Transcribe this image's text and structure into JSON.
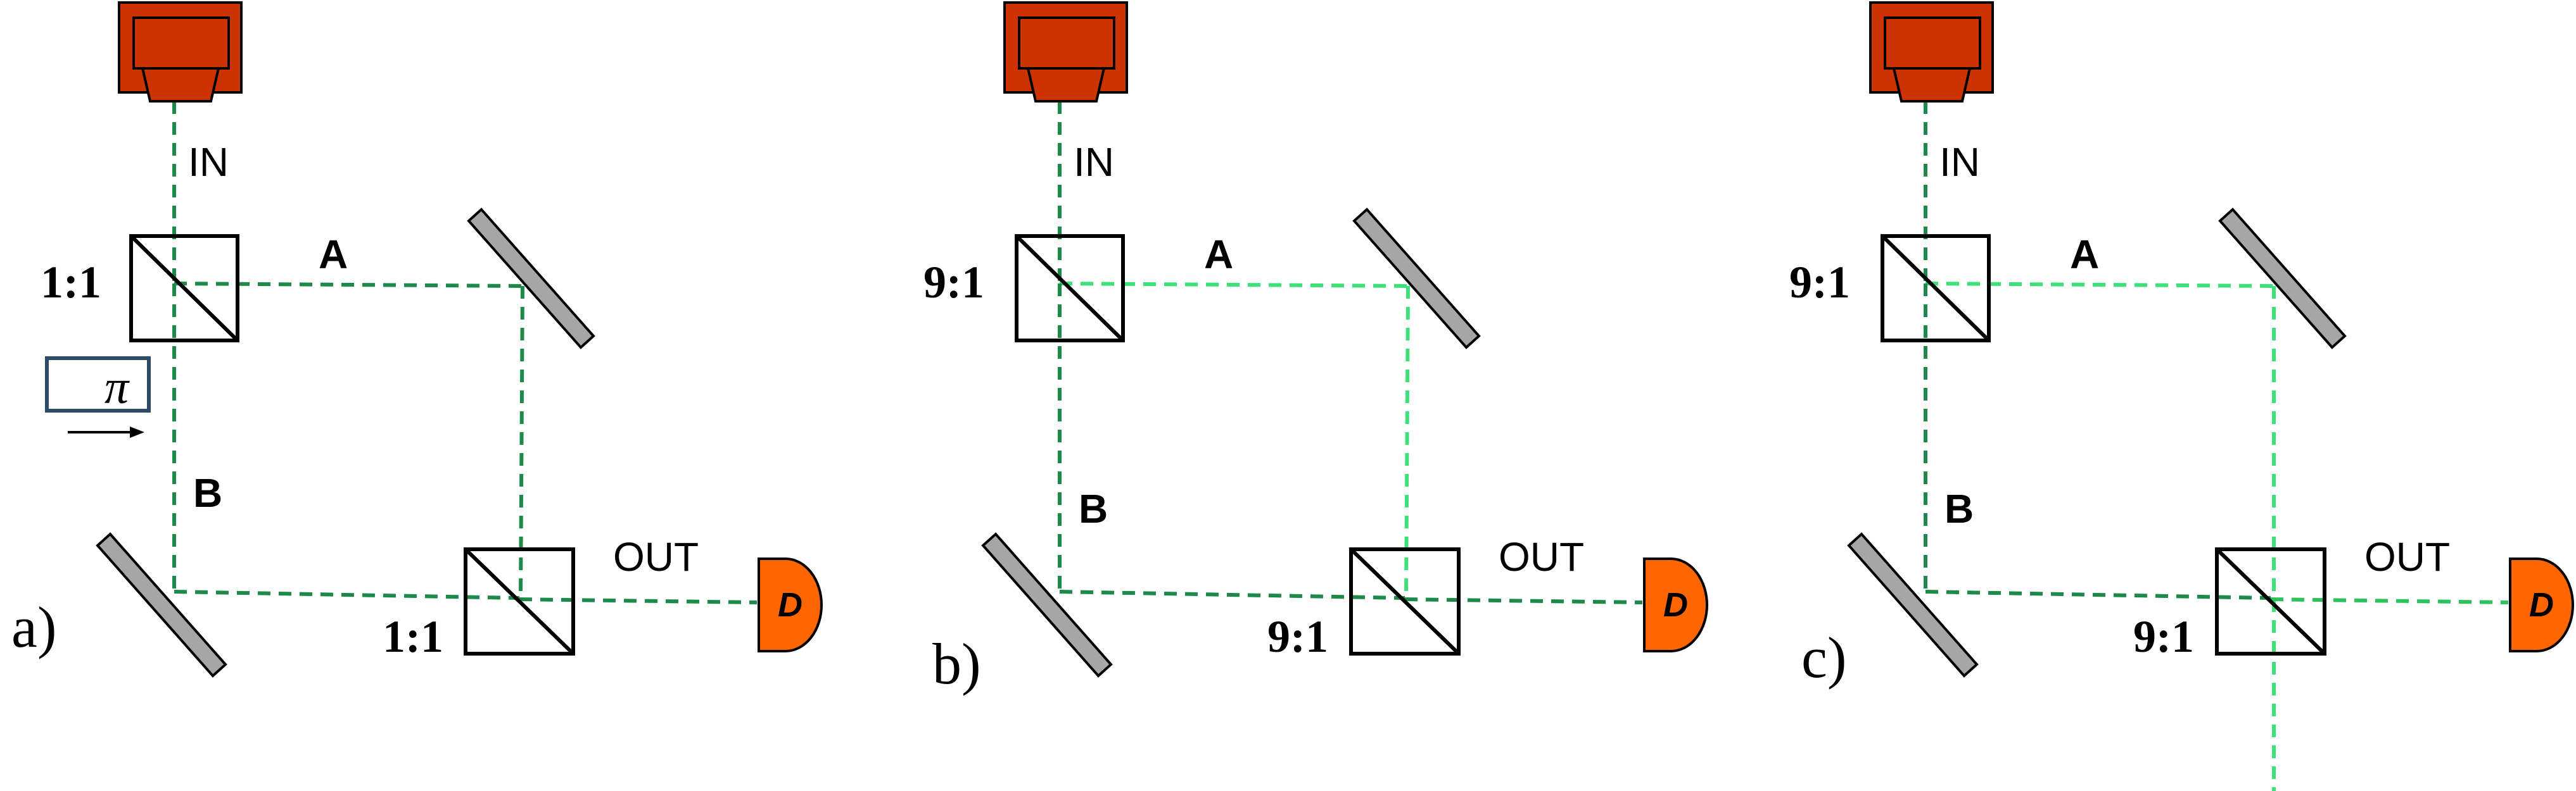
{
  "panels": [
    {
      "tag": "a)",
      "labels": {
        "in": "IN",
        "a": "A",
        "b": "B",
        "out": "OUT"
      },
      "splitter_top_ratio": "1:1",
      "splitter_bottom_ratio": "1:1",
      "phase_shifter": "π",
      "detector": "D"
    },
    {
      "tag": "b)",
      "labels": {
        "in": "IN",
        "a": "A",
        "b": "B",
        "out": "OUT"
      },
      "splitter_top_ratio": "9:1",
      "splitter_bottom_ratio": "9:1",
      "detector": "D"
    },
    {
      "tag": "c)",
      "labels": {
        "in": "IN",
        "a": "A",
        "b": "B",
        "out": "OUT"
      },
      "splitter_top_ratio": "9:1",
      "splitter_bottom_ratio": "9:1",
      "detector": "D"
    }
  ],
  "colors": {
    "laser_fill": "#cc3300",
    "detector_fill": "#ff6600",
    "mirror_fill": "#a6a6a6",
    "beam_dark": "#1e8a4a",
    "beam_medium": "#2ec25e",
    "beam_light": "#3ee07a",
    "phase_box_stroke": "#2f4a63"
  }
}
